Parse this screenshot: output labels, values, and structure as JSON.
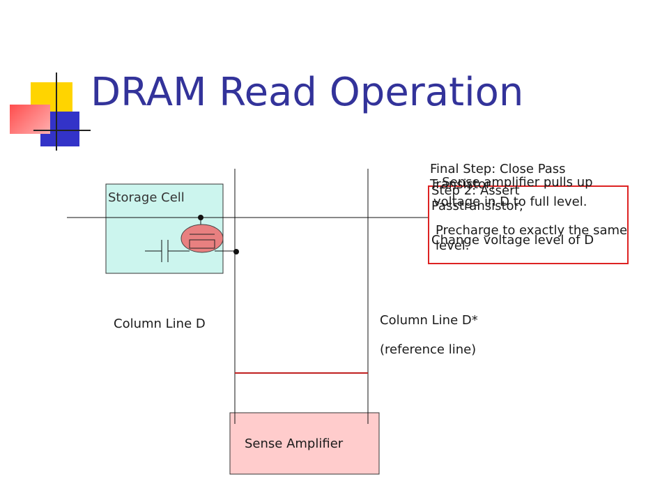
{
  "title": "DRAM Read Operation",
  "labels": {
    "storage_cell": "Storage Cell",
    "column_d": "Column Line D",
    "column_d_star": "Column Line D*",
    "reference_line": "(reference line)",
    "sense_amplifier": "Sense Amplifier"
  },
  "steps": [
    "Final Step: Close Pass Transistor,",
    "Precharge to exactly the same level.",
    "Step 2: Assert Passtransistor,",
    "Change voltage level of D",
    "- Sense amplifier pulls up",
    "voltage in D to full level."
  ],
  "colors": {
    "title": "#33339a",
    "storage_cell_fill": "#ccf5ee",
    "sense_amp_fill": "#ffcccc",
    "highlight_box": "#dd2222",
    "transistor": "#e88080"
  }
}
